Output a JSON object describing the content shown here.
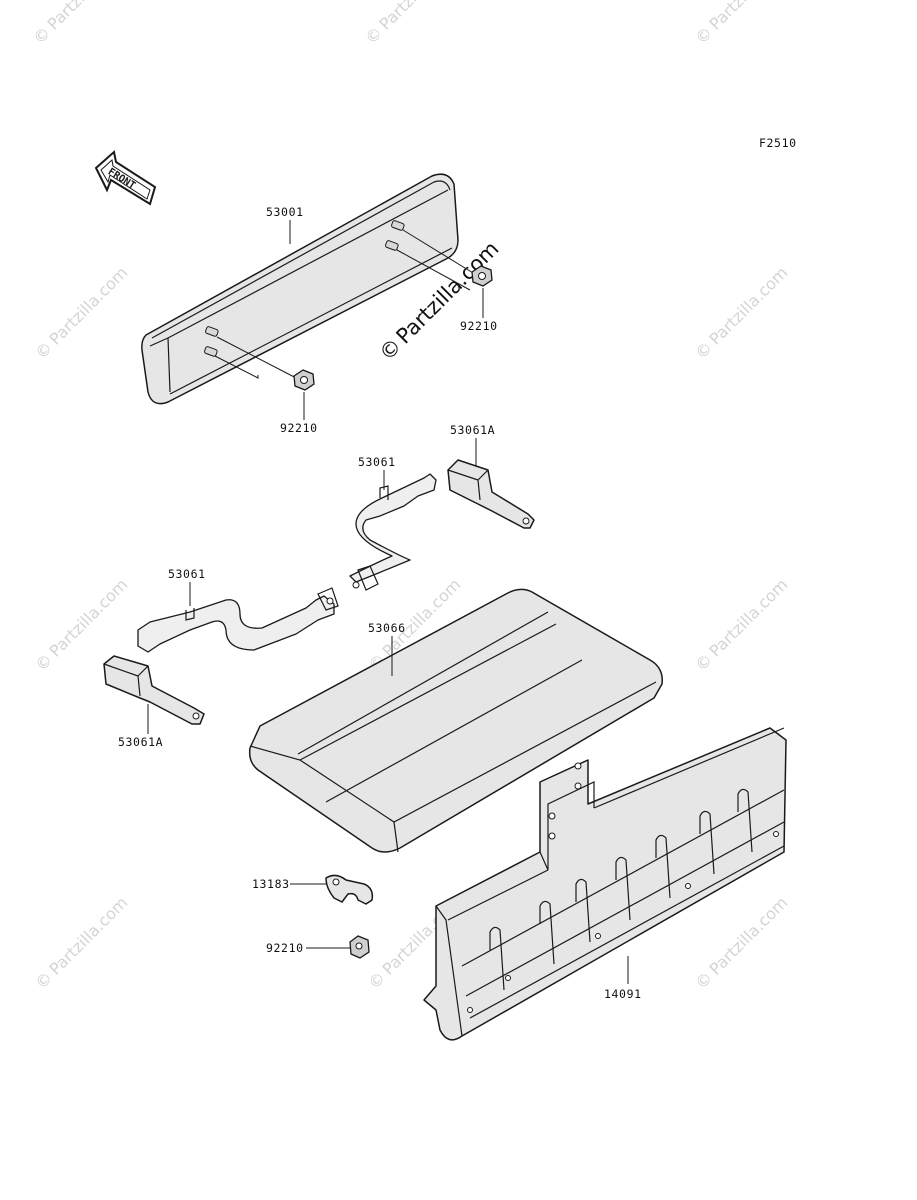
{
  "figure_code": "F2510",
  "front_marker": {
    "text": "FRONT"
  },
  "watermark": {
    "text": "Partzilla.com",
    "copyright_symbol": "©",
    "color": "#d4d4d4"
  },
  "callouts": {
    "taillight": "53001",
    "nut_right": "92210",
    "nut_left": "92210",
    "bracket_top": "53061A",
    "band_top": "53061",
    "band_left": "53061",
    "bracket_left": "53061A",
    "seat_pad": "53066",
    "clamp": "13183",
    "nut_bottom": "92210",
    "guard": "14091"
  },
  "colors": {
    "line": "#1a1a1a",
    "part_fill": "#e6e6e6",
    "background": "#ffffff"
  }
}
